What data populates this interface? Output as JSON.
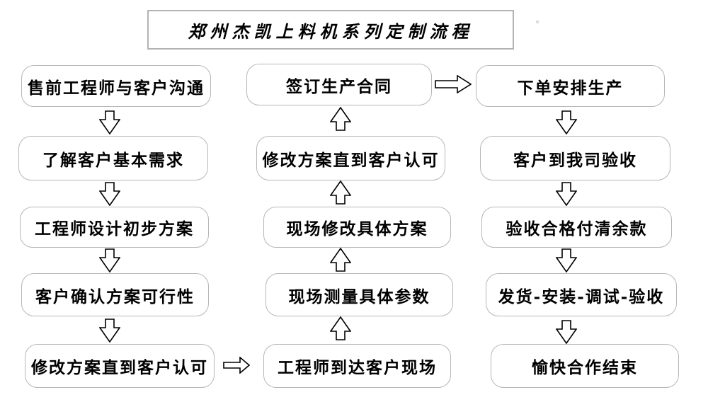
{
  "title": "郑州杰凯上料机系列定制流程",
  "flow": {
    "left_column": [
      "售前工程师与客户沟通",
      "了解客户基本需求",
      "工程师设计初步方案",
      "客户确认方案可行性",
      "修改方案直到客户认可"
    ],
    "middle_column": [
      "签订生产合同",
      "修改方案直到客户认可",
      "现场修改具体方案",
      "现场测量具体参数",
      "工程师到达客户现场"
    ],
    "right_column": [
      "下单安排生产",
      "客户到我司验收",
      "验收合格付清余款",
      "发货-安装-调试-验收",
      "愉快合作结束"
    ]
  },
  "icons": {
    "down_arrow": "hollow-block-arrow-down",
    "up_arrow": "hollow-block-arrow-up",
    "right_arrow": "hollow-block-arrow-right"
  },
  "colors": {
    "background": "#ffffff",
    "box_border": "#b7b7b7",
    "title_border": "#b3b3b3",
    "arrow_stroke": "#000000",
    "text": "#000000"
  }
}
